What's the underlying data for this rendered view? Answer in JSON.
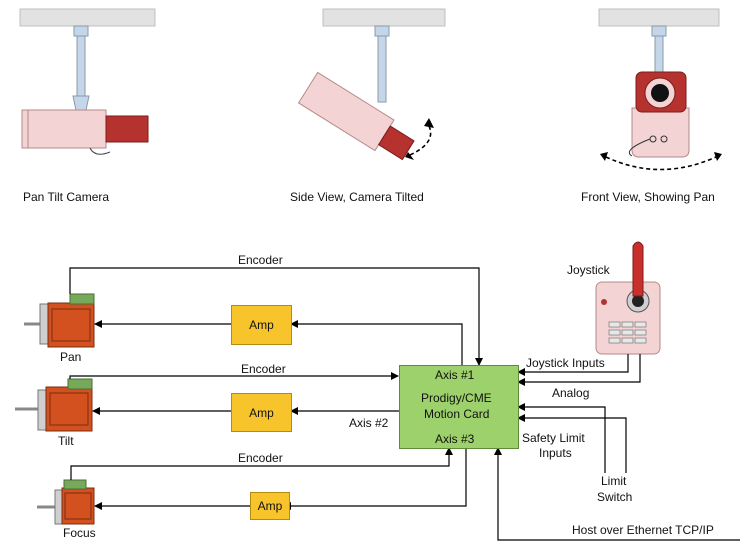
{
  "top": {
    "pan_tilt_camera": "Pan Tilt Camera",
    "side_view": "Side View, Camera Tilted",
    "front_view": "Front View, Showing Pan"
  },
  "motors": {
    "pan": "Pan",
    "tilt": "Tilt",
    "focus": "Focus"
  },
  "amp_label": "Amp",
  "encoder_label": "Encoder",
  "card": {
    "axis1": "Axis #1",
    "title_line1": "Prodigy/CME",
    "title_line2": "Motion Card",
    "axis3": "Axis #3",
    "axis2": "Axis #2"
  },
  "joystick": {
    "label": "Joystick",
    "inputs": "Joystick Inputs",
    "analog": "Analog"
  },
  "safety": {
    "line1": "Safety Limit",
    "line2": "Inputs"
  },
  "limit_switch": {
    "line1": "Limit",
    "line2": "Switch"
  },
  "host": "Host over Ethernet TCP/IP",
  "colors": {
    "amp": "#f7c52b",
    "card": "#9dd16b",
    "camera_body": "#f3d3d3",
    "motor": "#d3501f",
    "motor_top": "#77a95a",
    "lens": "#b5322e",
    "joystick_handle": "#c9302c",
    "ceiling": "#e2e2e2",
    "mount": "#c5d6e8"
  }
}
